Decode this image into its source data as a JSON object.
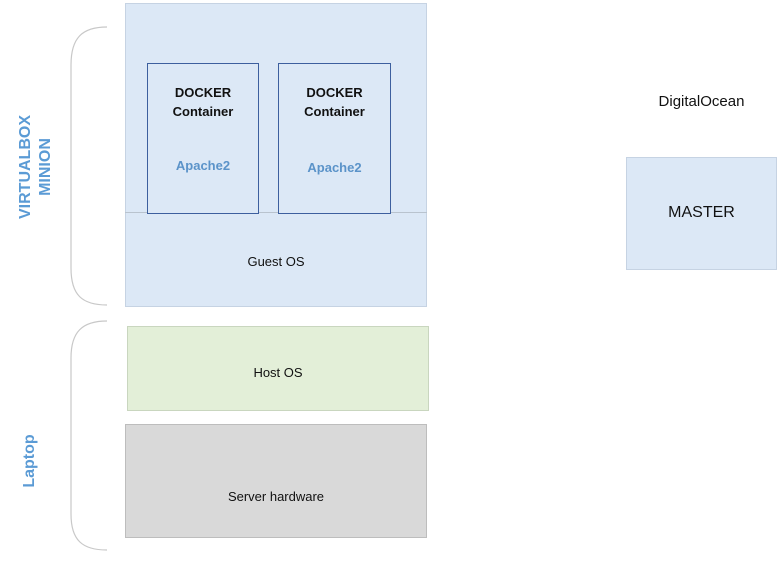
{
  "diagram": {
    "virtualbox_label_line1": "VIRTUALBOX",
    "virtualbox_label_line2": "MINION",
    "laptop_label": "Laptop",
    "containers": [
      {
        "title_line1": "DOCKER",
        "title_line2": "Container",
        "app": "Apache2"
      },
      {
        "title_line1": "DOCKER",
        "title_line2": "Container",
        "app": "Apache2"
      }
    ],
    "guest_os": "Guest OS",
    "host_os": "Host OS",
    "server_hardware": "Server hardware",
    "cloud_provider": "DigitalOcean",
    "master": "MASTER",
    "colors": {
      "vm_fill": "#dce8f6",
      "container_border": "#3d5f9e",
      "host_fill": "#e3efd8",
      "hardware_fill": "#d9d9d9",
      "side_label": "#5b9bd5",
      "app_label": "#5b93c9"
    }
  }
}
